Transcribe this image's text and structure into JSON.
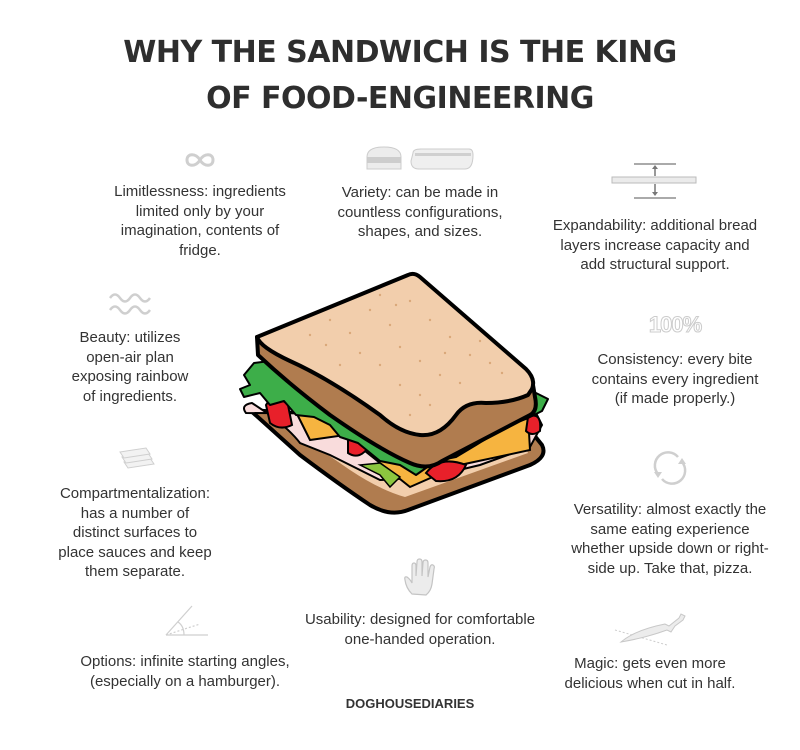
{
  "title": {
    "line1": "WHY THE SANDWICH IS THE KING",
    "line2": "OF FOOD-ENGINEERING"
  },
  "features": [
    {
      "icon": "infinity-icon",
      "text": "Limitlessness: ingredients\nlimited only by your\nimagination, contents of\nfridge."
    },
    {
      "icon": "bread-shapes-icon",
      "text": "Variety: can be made in\ncountless configurations,\nshapes, and sizes."
    },
    {
      "icon": "expand-layers-icon",
      "text": "Expandability: additional  bread\nlayers increase capacity and\nadd structural support."
    },
    {
      "icon": "waves-icon",
      "text": "Beauty: utilizes\nopen-air plan\nexposing rainbow\nof ingredients."
    },
    {
      "icon": "percent-icon",
      "icon_text": "100%",
      "text": "Consistency: every bite\ncontains every ingredient\n(if made properly.)"
    },
    {
      "icon": "stacked-layers-icon",
      "text": "Compartmentalization:\nhas a number of\ndistinct surfaces to\nplace sauces and keep\nthem separate."
    },
    {
      "icon": "rotate-arrows-icon",
      "text": "Versatility: almost exactly the\nsame eating experience\nwhether upside down or right-\nside up. Take that, pizza."
    },
    {
      "icon": "hand-icon",
      "text": "Usability: designed for comfortable\none-handed operation."
    },
    {
      "icon": "angle-icon",
      "text": "Options: infinite starting angles,\n(especially on a hamburger)."
    },
    {
      "icon": "knife-icon",
      "text": "Magic: gets even more\ndelicious when cut in half."
    }
  ],
  "credit": "DOGHOUSEDIARIES",
  "colors": {
    "text": "#333333",
    "icon_gray": "#c8c8c8",
    "bread_top": "#f2ceac",
    "crust": "#b07c4f",
    "lettuce": "#3dae49",
    "tomato": "#e8202a",
    "cheese": "#f6b440",
    "ham": "#f9dcdc",
    "outline": "#000000"
  }
}
